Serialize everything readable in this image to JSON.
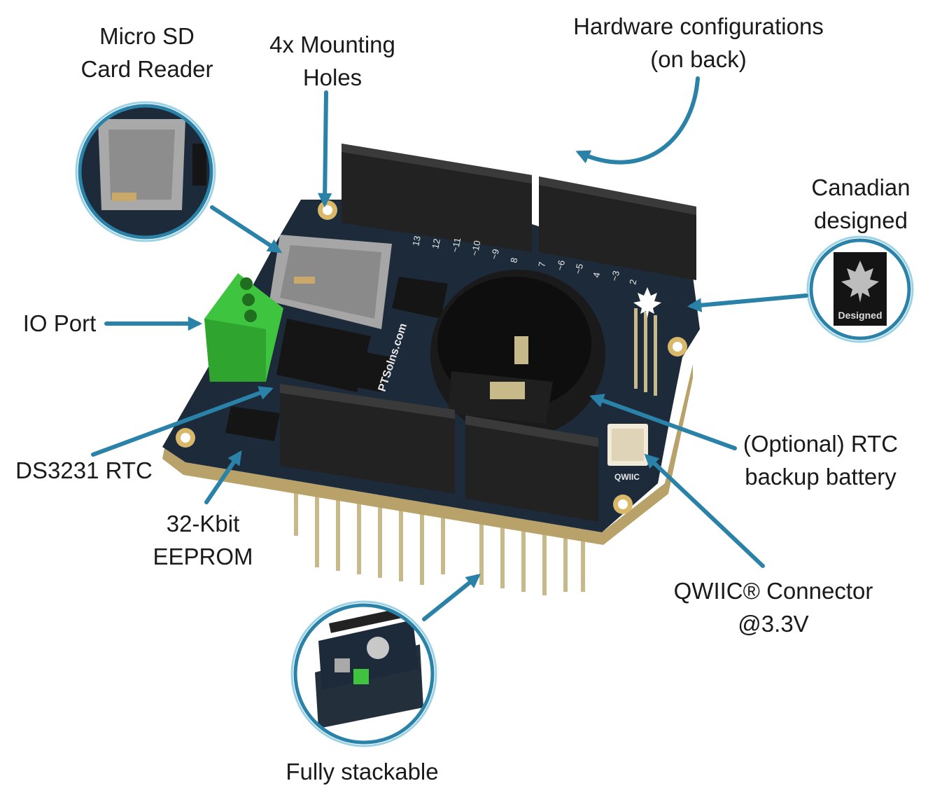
{
  "labels": {
    "micro_sd": [
      "Micro SD",
      "Card Reader"
    ],
    "mounting_holes": [
      "4x Mounting",
      "Holes"
    ],
    "hw_config": [
      "Hardware configurations",
      "(on back)"
    ],
    "canadian": [
      "Canadian",
      "designed"
    ],
    "io_port": [
      "IO Port"
    ],
    "ds3231": [
      "DS3231 RTC"
    ],
    "eeprom": [
      "32-Kbit",
      "EEPROM"
    ],
    "rtc_battery": [
      "(Optional) RTC",
      "backup battery"
    ],
    "qwiic": [
      "QWIIC® Connector",
      "@3.3V"
    ],
    "stackable": [
      "Fully stackable"
    ]
  },
  "board_text": {
    "pins_left": [
      "13",
      "12",
      "~11",
      "~10",
      "~9",
      "8"
    ],
    "pins_right": [
      "7",
      "~6",
      "~5",
      "4",
      "~3",
      "2"
    ],
    "brand": "PTSolns.com",
    "canada_badge": "Designed",
    "qwiic_tag": "QWIIC"
  },
  "colors": {
    "accent": "#2a82a8",
    "pcb": "#1c2a3a",
    "terminal": "#3ec43e",
    "header": "#222222"
  },
  "icons": {
    "arrow": "callout-arrow",
    "maple_leaf": "maple-leaf-icon"
  }
}
